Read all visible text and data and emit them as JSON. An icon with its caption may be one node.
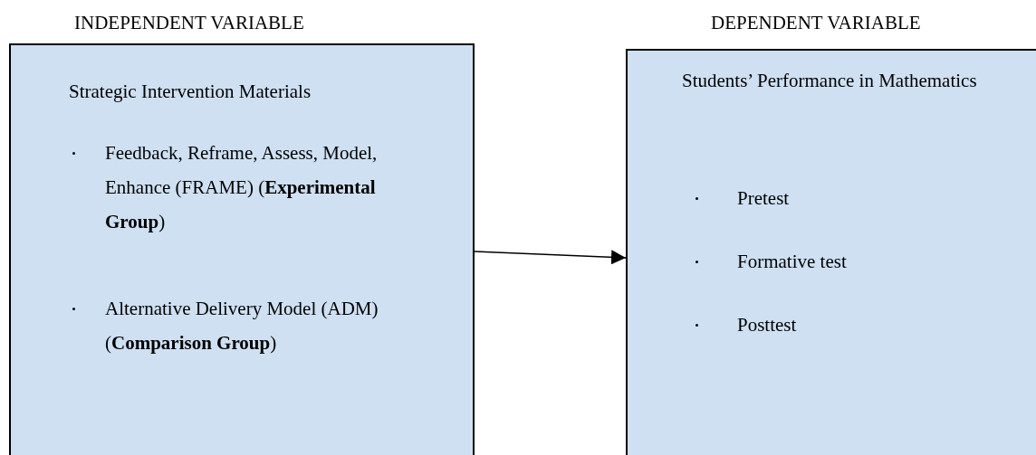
{
  "diagram": {
    "nodes": [
      {
        "text": [
          "INDEPENDENT VARIABLE",
          "Strategic Intervention Materials",
          "Feedback, Reframe, Assess, Model, Enhance (FRAME) (**Experimental Group**)",
          "Alternative Delivery Model (ADM) (**Comparison Group**)"
        ]
      },
      {
        "text": [
          "DEPENDENT VARIABLE",
          "Students’ Performance in Mathematics",
          "Pretest",
          "Formative test",
          "Posttest"
        ]
      }
    ],
    "edges": [
      {
        "from": 0,
        "to": 1,
        "arrow": "to"
      }
    ]
  }
}
